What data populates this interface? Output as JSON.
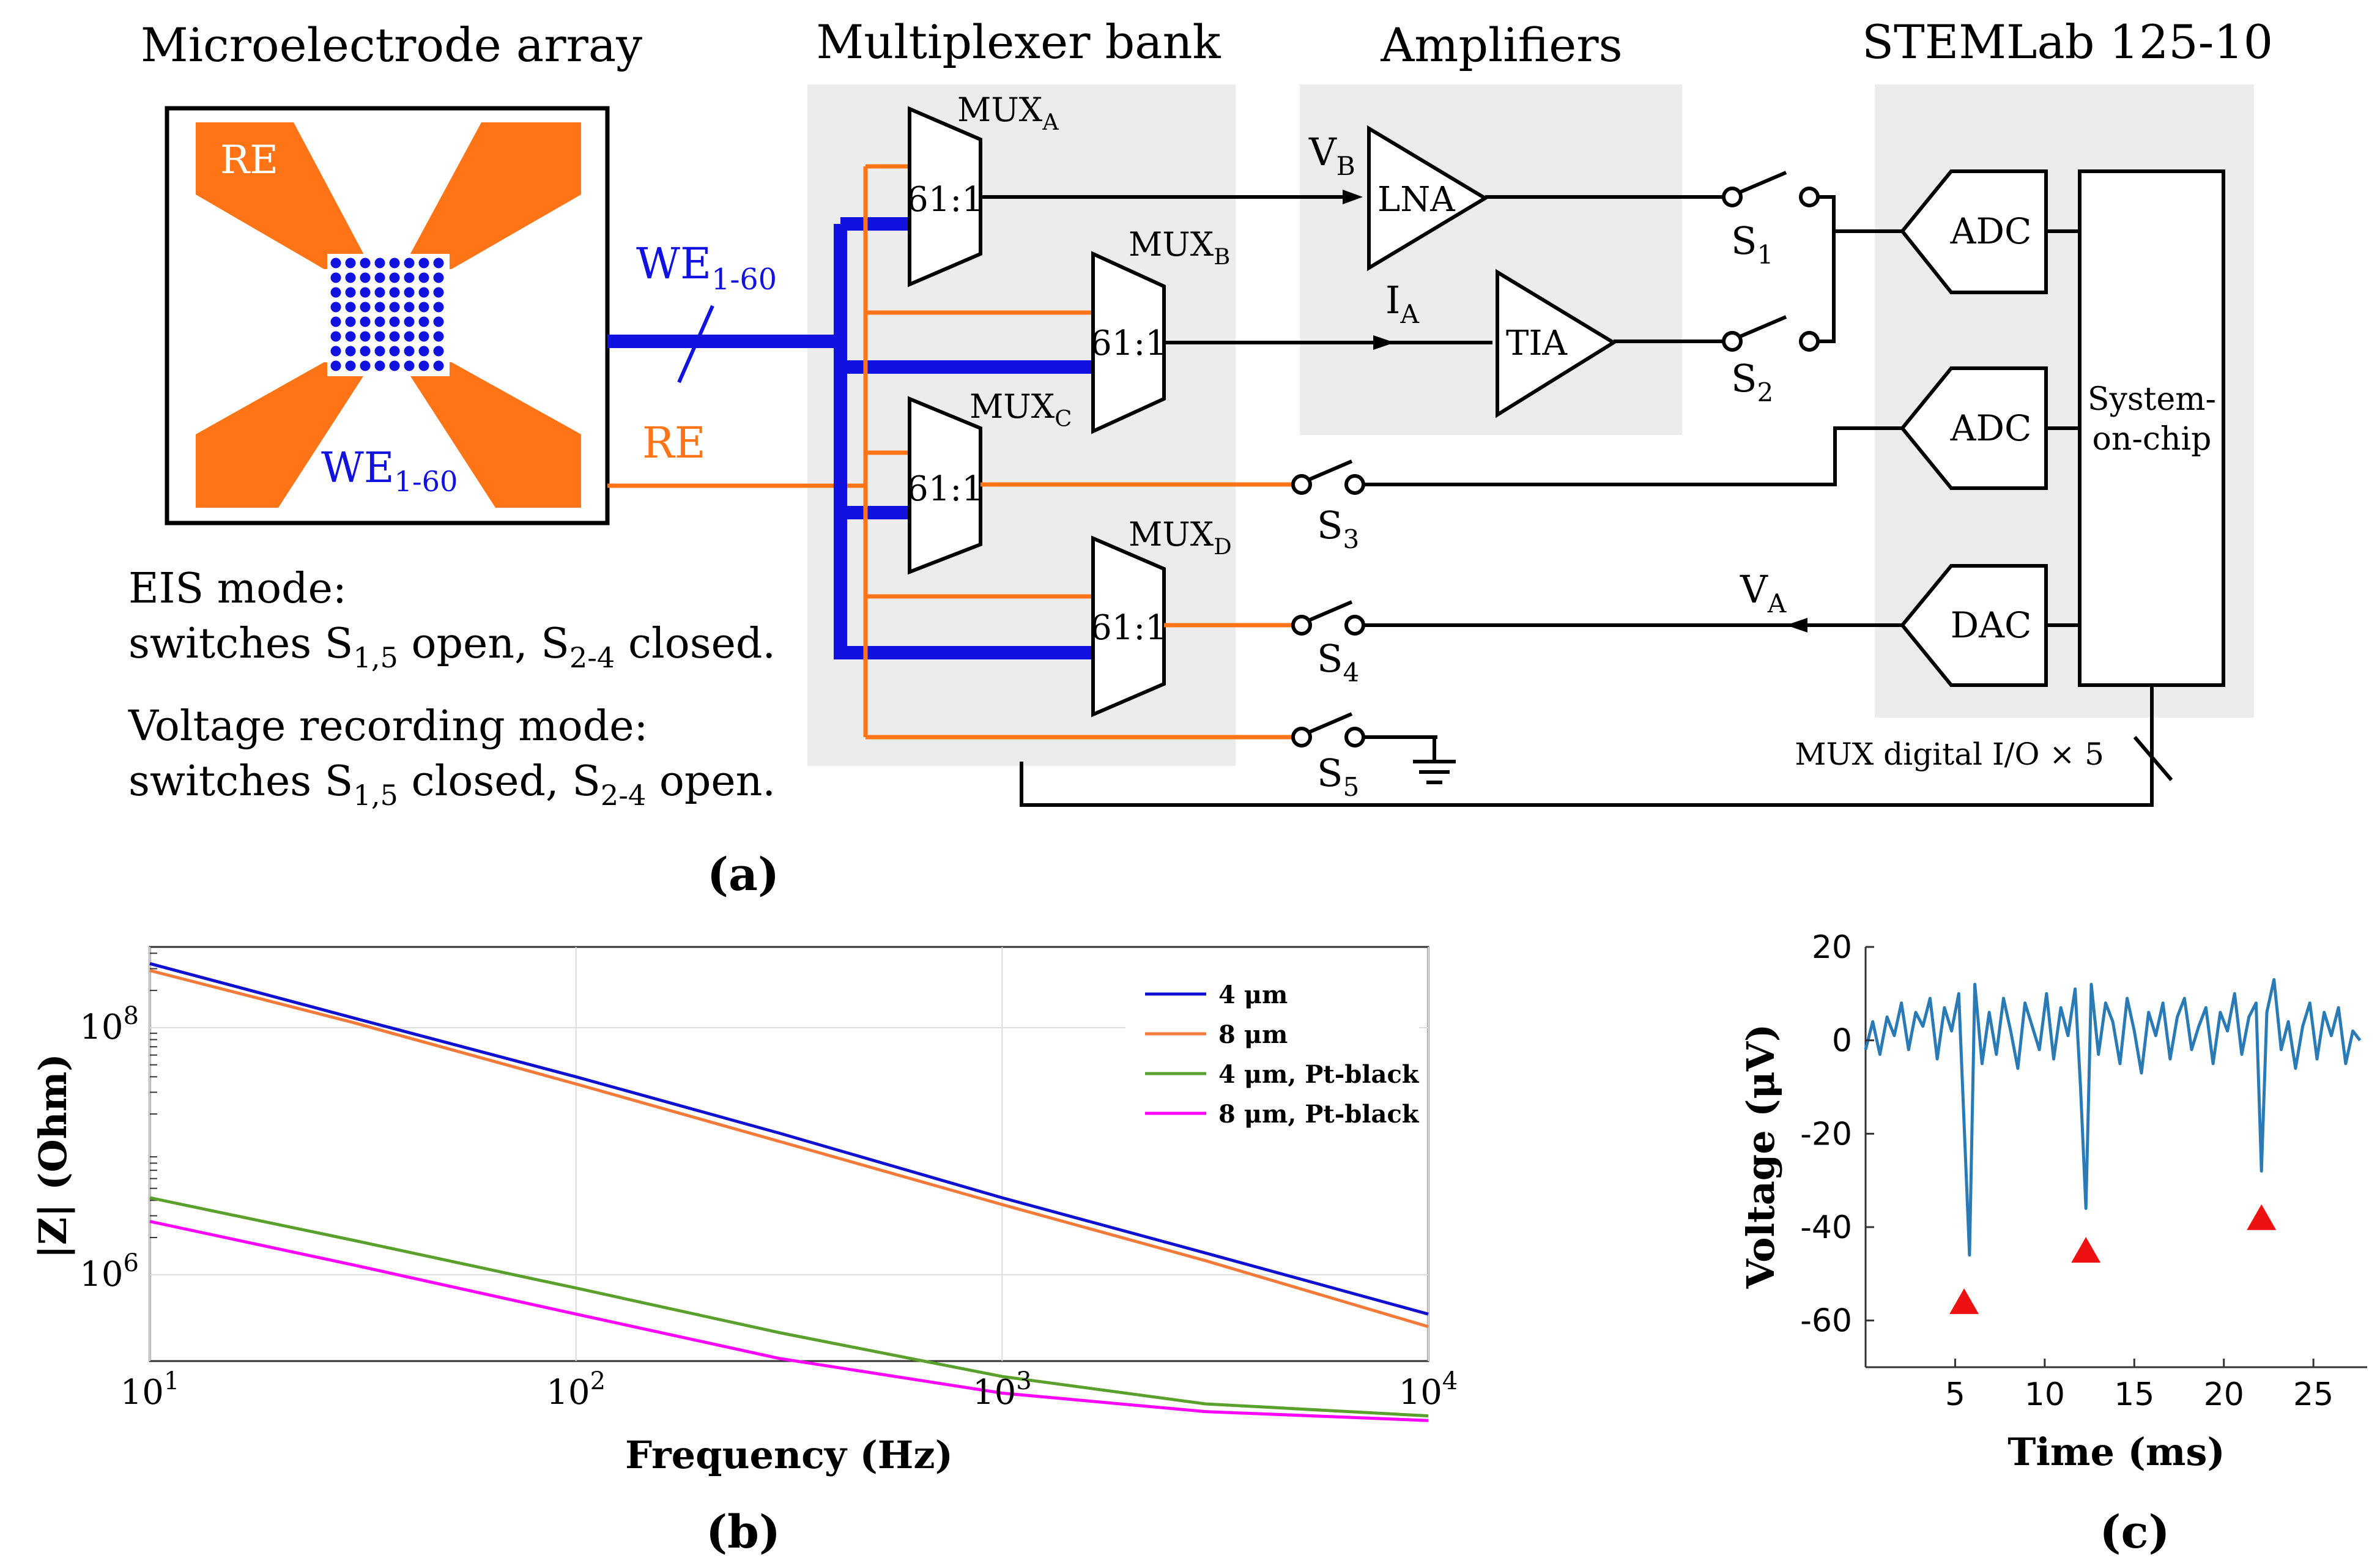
{
  "figure": {
    "panel_a": {
      "label": "(a)",
      "sections": {
        "mea": "Microelectrode array",
        "mux": "Multiplexer bank",
        "amps": "Amplifiers",
        "stemlab": "STEMLab 125-10"
      },
      "mea": {
        "re_label": "RE",
        "we_label": "WE",
        "we_sub": "1-60"
      },
      "bus": {
        "we_label": "WE",
        "we_sub": "1-60",
        "re_label": "RE"
      },
      "muxes": [
        {
          "name": "MUX",
          "sub": "A",
          "ratio": "61:1"
        },
        {
          "name": "MUX",
          "sub": "B",
          "ratio": "61:1"
        },
        {
          "name": "MUX",
          "sub": "C",
          "ratio": "61:1"
        },
        {
          "name": "MUX",
          "sub": "D",
          "ratio": "61:1"
        }
      ],
      "amplifiers": {
        "lna": "LNA",
        "tia": "TIA",
        "vb": "V",
        "vb_sub": "B",
        "ia": "I",
        "ia_sub": "A"
      },
      "switches": [
        {
          "name": "S",
          "sub": "1"
        },
        {
          "name": "S",
          "sub": "2"
        },
        {
          "name": "S",
          "sub": "3"
        },
        {
          "name": "S",
          "sub": "4"
        },
        {
          "name": "S",
          "sub": "5"
        }
      ],
      "stemlab": {
        "adc1": "ADC",
        "adc2": "ADC",
        "dac": "DAC",
        "soc_line1": "System-",
        "soc_line2": "on-chip",
        "va": "V",
        "va_sub": "A",
        "digital_io": "MUX digital I/O × 5"
      },
      "modes": {
        "eis_title": "EIS mode:",
        "eis_a": "switches S",
        "eis_sub1": "1,5",
        "eis_b": " open, S",
        "eis_sub2": "2-4",
        "eis_c": " closed.",
        "vrec_title": "Voltage recording mode:",
        "vrec_a": "switches S",
        "vrec_sub1": "1,5",
        "vrec_b": " closed, S",
        "vrec_sub2": "2-4",
        "vrec_c": " open."
      },
      "colors": {
        "orange": "#ff7417",
        "blue": "#1212e0",
        "gray_panel": "#ececec"
      }
    },
    "panel_b_label": "(b)",
    "panel_c_label": "(c)"
  },
  "chart_data": [
    {
      "type": "line",
      "xlabel": "Frequency (Hz)",
      "ylabel": "|Z| (Ohm)",
      "xscale": "log",
      "yscale": "log",
      "xlim": [
        10,
        10000
      ],
      "ylim": [
        200000,
        450000000
      ],
      "xticks": [
        10,
        100,
        1000,
        10000
      ],
      "xtick_labels": [
        {
          "base": "10",
          "exp": "1"
        },
        {
          "base": "10",
          "exp": "2"
        },
        {
          "base": "10",
          "exp": "3"
        },
        {
          "base": "10",
          "exp": "4"
        }
      ],
      "yticks": [
        1000000,
        100000000
      ],
      "ytick_labels": [
        {
          "base": "10",
          "exp": "6"
        },
        {
          "base": "10",
          "exp": "8"
        }
      ],
      "grid": true,
      "legend_position": "top-right",
      "series": [
        {
          "name": "4 μm",
          "color": "#1010d0",
          "x": [
            10,
            30,
            100,
            300,
            1000,
            3000,
            10000
          ],
          "y": [
            330000000,
            120000000,
            40000000,
            14000000,
            4200000,
            1500000,
            480000
          ]
        },
        {
          "name": "8 μm",
          "color": "#f47a3a",
          "x": [
            10,
            30,
            100,
            300,
            1000,
            3000,
            10000
          ],
          "y": [
            290000000,
            110000000,
            35000000,
            12000000,
            3700000,
            1300000,
            380000
          ]
        },
        {
          "name": "4 μm, Pt-black",
          "color": "#5aa02c",
          "x": [
            10,
            30,
            100,
            300,
            1000,
            3000,
            10000
          ],
          "y": [
            4200000,
            1900000,
            780000,
            340000,
            150000,
            90000,
            72000
          ]
        },
        {
          "name": "8 μm, Pt-black",
          "color": "#ff00ff",
          "x": [
            10,
            30,
            100,
            300,
            1000,
            3000,
            10000
          ],
          "y": [
            2700000,
            1200000,
            480000,
            210000,
            110000,
            78000,
            66000
          ]
        }
      ]
    },
    {
      "type": "line",
      "xlabel": "Time (ms)",
      "ylabel": "Voltage (μV)",
      "xlim": [
        0,
        28
      ],
      "ylim": [
        -70,
        20
      ],
      "xticks": [
        5,
        10,
        15,
        20,
        25
      ],
      "yticks": [
        20,
        0,
        -20,
        -40,
        -60
      ],
      "grid": false,
      "series": [
        {
          "color": "#2a7ab5",
          "x": [
            0,
            0.4,
            0.8,
            1.2,
            1.6,
            2.0,
            2.4,
            2.8,
            3.2,
            3.6,
            4.0,
            4.4,
            4.8,
            5.2,
            5.5,
            5.8,
            6.1,
            6.5,
            6.9,
            7.3,
            7.7,
            8.1,
            8.5,
            8.9,
            9.3,
            9.7,
            10.1,
            10.5,
            10.9,
            11.3,
            11.7,
            12.0,
            12.3,
            12.6,
            13.0,
            13.4,
            13.8,
            14.2,
            14.6,
            15.0,
            15.4,
            15.8,
            16.2,
            16.6,
            17.0,
            17.4,
            17.8,
            18.2,
            18.6,
            19.0,
            19.4,
            19.8,
            20.2,
            20.6,
            21.0,
            21.4,
            21.8,
            22.1,
            22.4,
            22.8,
            23.2,
            23.6,
            24.0,
            24.4,
            24.8,
            25.2,
            25.6,
            26.0,
            26.4,
            26.8,
            27.2,
            27.6
          ],
          "y": [
            -2,
            4,
            -3,
            5,
            1,
            8,
            -2,
            6,
            3,
            9,
            -4,
            7,
            2,
            10,
            -18,
            -46,
            12,
            -5,
            6,
            -3,
            9,
            2,
            -6,
            8,
            3,
            -2,
            10,
            -4,
            7,
            1,
            11,
            -10,
            -36,
            12,
            -3,
            8,
            4,
            -5,
            9,
            2,
            -7,
            6,
            1,
            8,
            -4,
            5,
            9,
            -2,
            3,
            7,
            -5,
            6,
            2,
            10,
            -3,
            5,
            8,
            -28,
            6,
            13,
            -2,
            4,
            -6,
            3,
            8,
            -4,
            6,
            1,
            7,
            -5,
            2,
            0
          ]
        }
      ],
      "markers": {
        "type": "triangle",
        "color": "#ee1111",
        "x": [
          5.5,
          12.3,
          22.1
        ],
        "y": [
          -56,
          -45,
          -38
        ]
      }
    }
  ]
}
